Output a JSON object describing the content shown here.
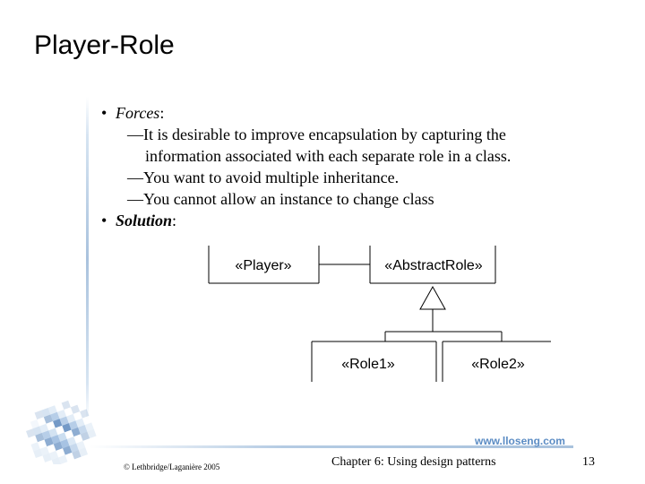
{
  "slide": {
    "title": "Player-Role",
    "bullets": {
      "forces_label": "Forces",
      "forces_colon": ":",
      "force_1_line1": "—It is desirable to improve encapsulation by capturing the",
      "force_1_line2": "information associated with each separate role in a class.",
      "force_2": "—You want to avoid multiple inheritance.",
      "force_3": "—You cannot allow an instance to change class",
      "solution_label": "Solution",
      "solution_colon": ":",
      "bullet_glyph": "•"
    },
    "diagram": {
      "player": "«Player»",
      "abstract_role": "«AbstractRole»",
      "role1": "«Role1»",
      "role2": "«Role2»"
    },
    "footer": {
      "copyright": "© Lethbridge/Laganière 2005",
      "chapter": "Chapter 6: Using design patterns",
      "page_number": "13",
      "website": "www.lloseng.com"
    },
    "colors": {
      "accent": "#5b8cc4",
      "logo_light": "#c7dbef",
      "logo_mid": "#8fb3db",
      "logo_dark": "#4f7fb8"
    }
  }
}
